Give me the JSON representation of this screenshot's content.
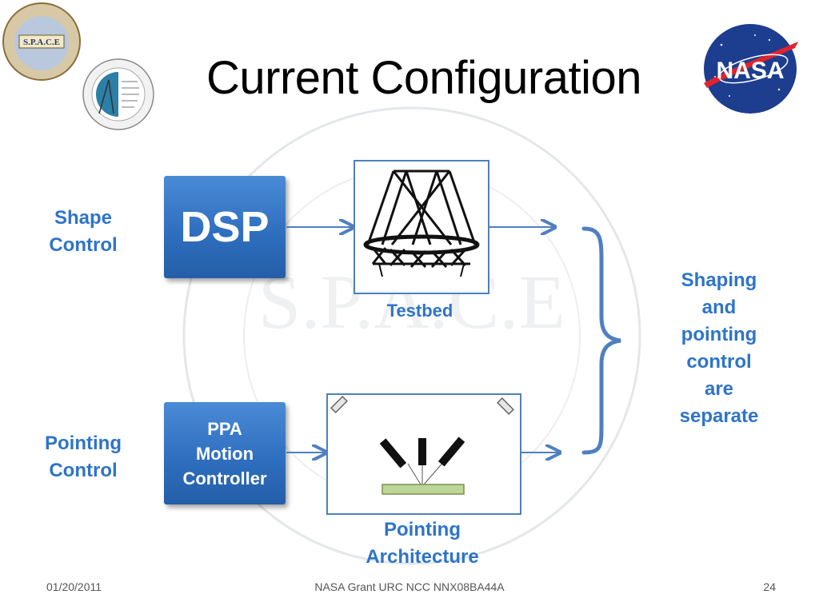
{
  "slide": {
    "title": "Current Configuration",
    "logo_left_text": "S.P.A.C.E",
    "logo_right_text": "NASA",
    "watermark_text": "S.P.A.C.E"
  },
  "diagram": {
    "shape_control_label": [
      "Shape",
      "Control"
    ],
    "pointing_control_label": [
      "Pointing",
      "Control"
    ],
    "dsp_box": "DSP",
    "ppa_box": [
      "PPA",
      "Motion",
      "Controller"
    ],
    "testbed_label": "Testbed",
    "pointing_arch_label": [
      "Pointing",
      "Architecture"
    ],
    "result_label": [
      "Shaping",
      "and",
      "pointing",
      "control",
      "are",
      "separate"
    ]
  },
  "footer": {
    "date": "01/20/2011",
    "grant": "NASA Grant URC NCC NNX08BA44A",
    "page": "24"
  },
  "colors": {
    "accent_blue": "#2e74c8",
    "box_blue": "#2f6fbf",
    "arrow_blue": "#4f7fbf"
  }
}
